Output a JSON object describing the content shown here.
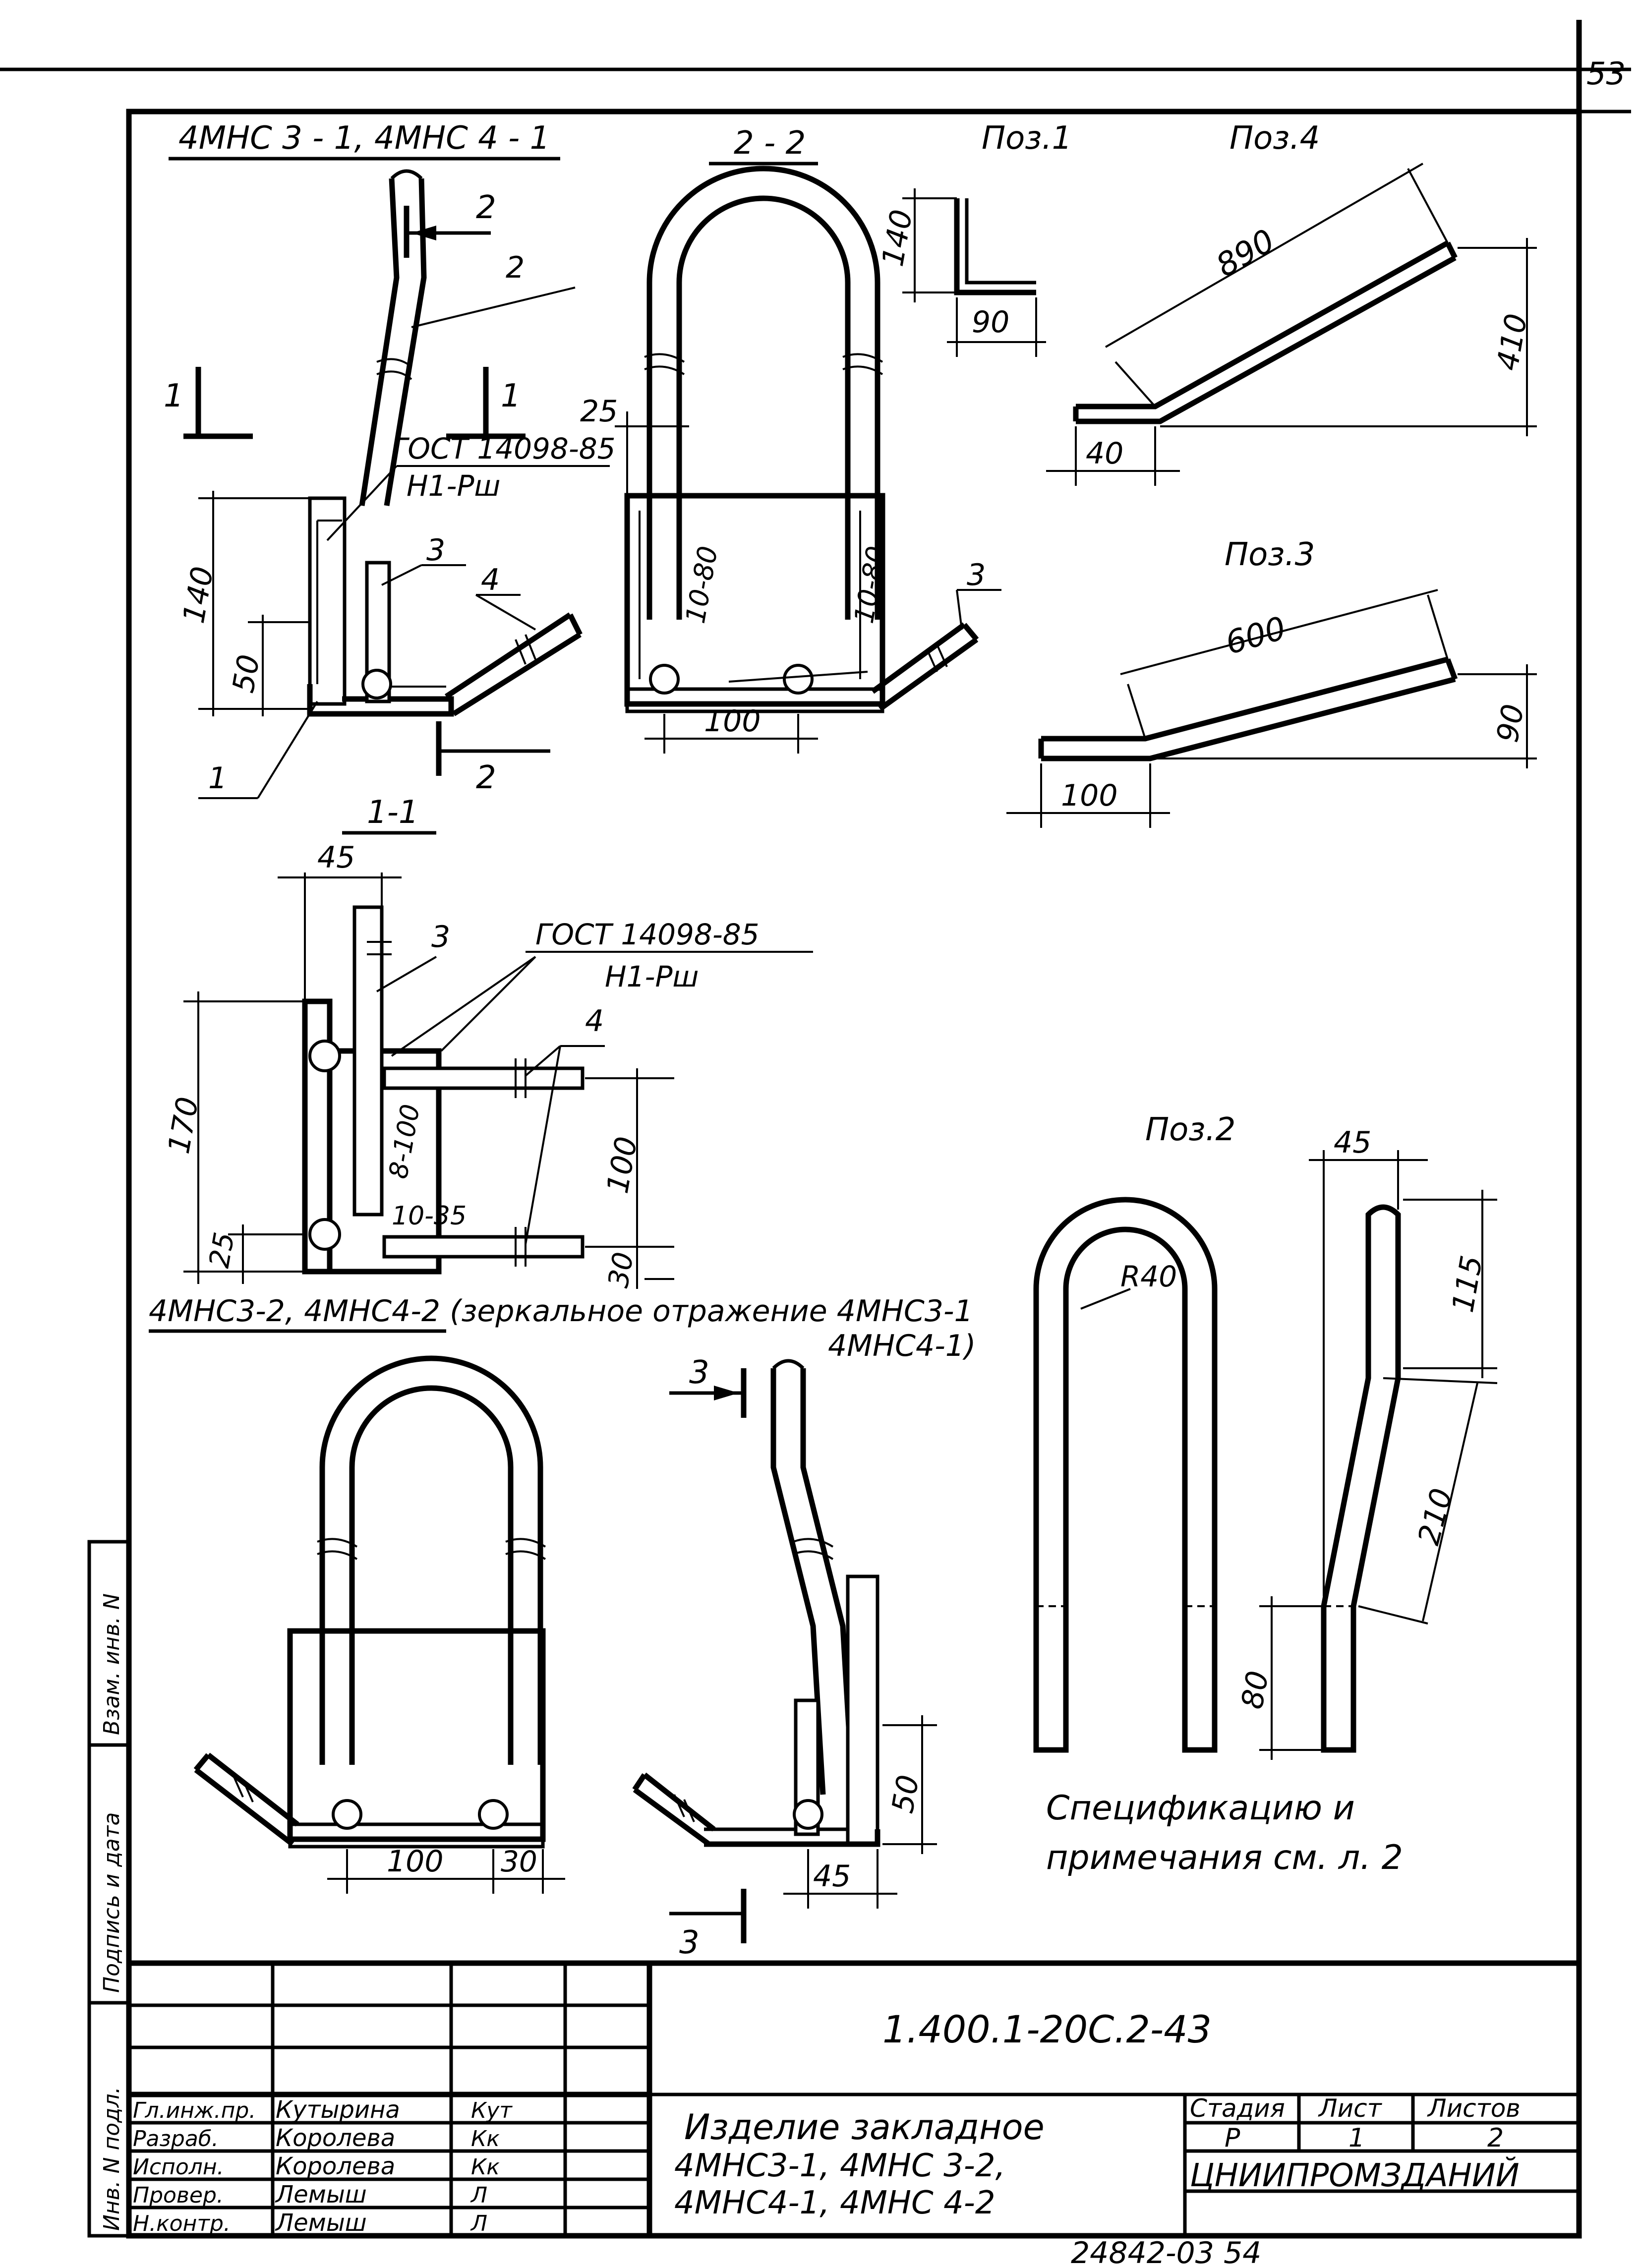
{
  "page_number": "53",
  "footer_number": "24842-03   54",
  "views": {
    "front_view_title": "4МНС 3 - 1, 4МНС 4 - 1",
    "section_22_title": "2 - 2",
    "section_11_title": "1-1",
    "poz1_title": "Поз.1",
    "poz2_title": "Поз.2",
    "poz3_title": "Поз.3",
    "poz4_title": "Поз.4",
    "mirror_caption": "4МНС3-2, 4МНС4-2 (зеркальное отражение 4МНС3-1",
    "mirror_caption2": "4МНС4-1)"
  },
  "labels": {
    "gost": "ГОСТ 14098-85",
    "weld_type": "Н1-Рш",
    "weld_range_1": "10-80",
    "weld_range_2": "10-80",
    "weld_range_3": "8-100",
    "weld_range_4": "10-35",
    "cut_1": "1",
    "cut_2": "2",
    "cut_3": "3",
    "pos_1": "1",
    "pos_2": "2",
    "pos_3": "3",
    "pos_4": "4",
    "radius": "R40",
    "spec_note_line1": "Спецификацию и",
    "spec_note_line2": "примечания см. л. 2"
  },
  "dimensions": {
    "d140a": "140",
    "d50a": "50",
    "d25a": "25",
    "d100a": "100",
    "d140_poz1": "140",
    "d90_poz1": "90",
    "d890": "890",
    "d410": "410",
    "d40": "40",
    "d600": "600",
    "d90_poz3": "90",
    "d100_poz3": "100",
    "d45a": "45",
    "d170": "170",
    "d25b": "25",
    "d100b": "100",
    "d30b": "30",
    "d45_poz2": "45",
    "d115": "115",
    "d210": "210",
    "d80": "80",
    "d100c": "100",
    "d30c": "30",
    "d50b": "50",
    "d45b": "45"
  },
  "side_stamp": {
    "inv_orig": "Инв. N подл.",
    "sign_date": "Подпись и дата",
    "vzam_inv": "Взам. инв. N"
  },
  "title_block": {
    "designation": "1.400.1-20С.2-43",
    "item_name_line1": "Изделие закладное",
    "item_name_line2": "4МНС3-1,   4МНС 3-2,",
    "item_name_line3": "4МНС4-1,   4МНС 4-2",
    "stage_header": "Стадия",
    "sheet_header": "Лист",
    "sheets_header": "Листов",
    "stage": "Р",
    "sheet": "1",
    "sheets": "2",
    "organization": "ЦНИИПРОМЗДАНИЙ",
    "roles": [
      {
        "role": "Гл.инж.пр.",
        "name": "Кутырина",
        "sign": "Кут"
      },
      {
        "role": "Разраб.",
        "name": "Королева",
        "sign": "Кк"
      },
      {
        "role": "Исполн.",
        "name": "Королева",
        "sign": "Кк"
      },
      {
        "role": "Провер.",
        "name": "Лемыш",
        "sign": "Л"
      },
      {
        "role": "Н.контр.",
        "name": "Лемыш",
        "sign": "Л"
      }
    ]
  }
}
